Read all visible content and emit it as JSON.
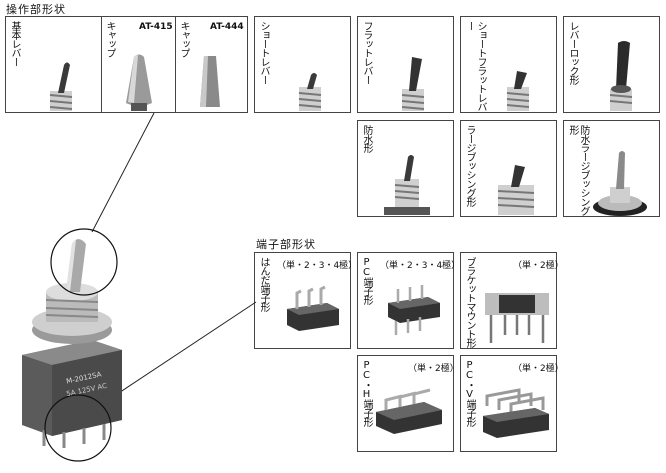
{
  "sections": {
    "lever_title": "操作部形状",
    "terminal_title": "端子部形状"
  },
  "levers": {
    "basic": "基本レバー",
    "cap1_label": "キャップ",
    "cap1_code": "AT-415",
    "cap2_label": "キャップ",
    "cap2_code": "AT-444",
    "short": "ショートレバー",
    "flat": "フラットレバー",
    "short_flat": "ショートフラットレバー",
    "lever_lock": "レバーロック形",
    "waterproof": "防水形",
    "large_bushing": "ラージブッシング形",
    "wp_large_bushing": "防水ラージブッシング形"
  },
  "terminals": {
    "solder": "はんだ端子形",
    "solder_poles": "（単・2・3・4極）",
    "pc": "PC端子形",
    "pc_poles": "（単・2・3・4極）",
    "bracket": "ブラケットマウント形",
    "bracket_poles": "（単・2極）",
    "pch": "PC・H端子形",
    "pch_poles": "（単・2極）",
    "pcv": "PC・V端子形",
    "pcv_poles": "（単・2極）"
  },
  "main_switch": {
    "model_text": "M-2012SA",
    "rating_text": "5A 125V AC"
  }
}
